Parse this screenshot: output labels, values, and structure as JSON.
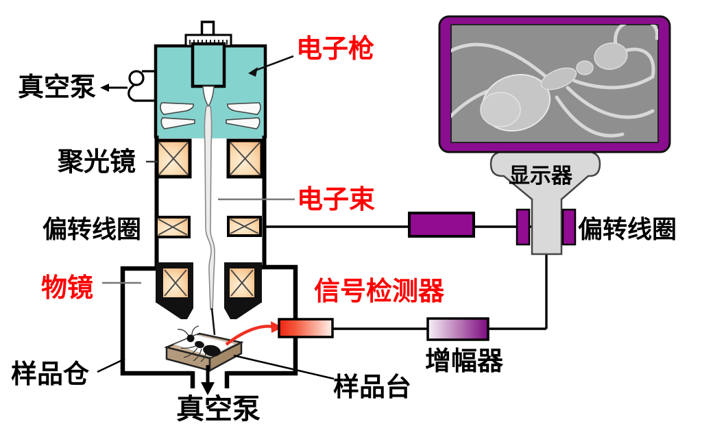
{
  "labels": {
    "vacuum_pump_top": "真空泵",
    "condenser_lens": "聚光镜",
    "deflection_coil_left": "偏转线圈",
    "objective_lens": "物镜",
    "sample_chamber": "样品仓",
    "vacuum_pump_bottom": "真空泵",
    "sample_stage": "样品台",
    "electron_gun": "电子枪",
    "electron_beam": "电子束",
    "signal_detector": "信号检测器",
    "amplifier": "增幅器",
    "monitor": "显示器",
    "deflection_coil_right": "偏转线圈"
  },
  "colors": {
    "gun_housing_teal": "#85d3cf",
    "lens_coil_orange": "#f6bc84",
    "component_purple": "#910c91",
    "monitor_frame_purple": "#8a0d8f",
    "screen_gray": "#8f8f8f",
    "highlight_red_text": "#fe0000",
    "detector_red": "#ee2414",
    "amplifier_purple": "#7c0a80",
    "sample_stage_brown": "#cdb293",
    "beam_gray": "#ececec"
  },
  "monitor_image": "ant-sem-image"
}
